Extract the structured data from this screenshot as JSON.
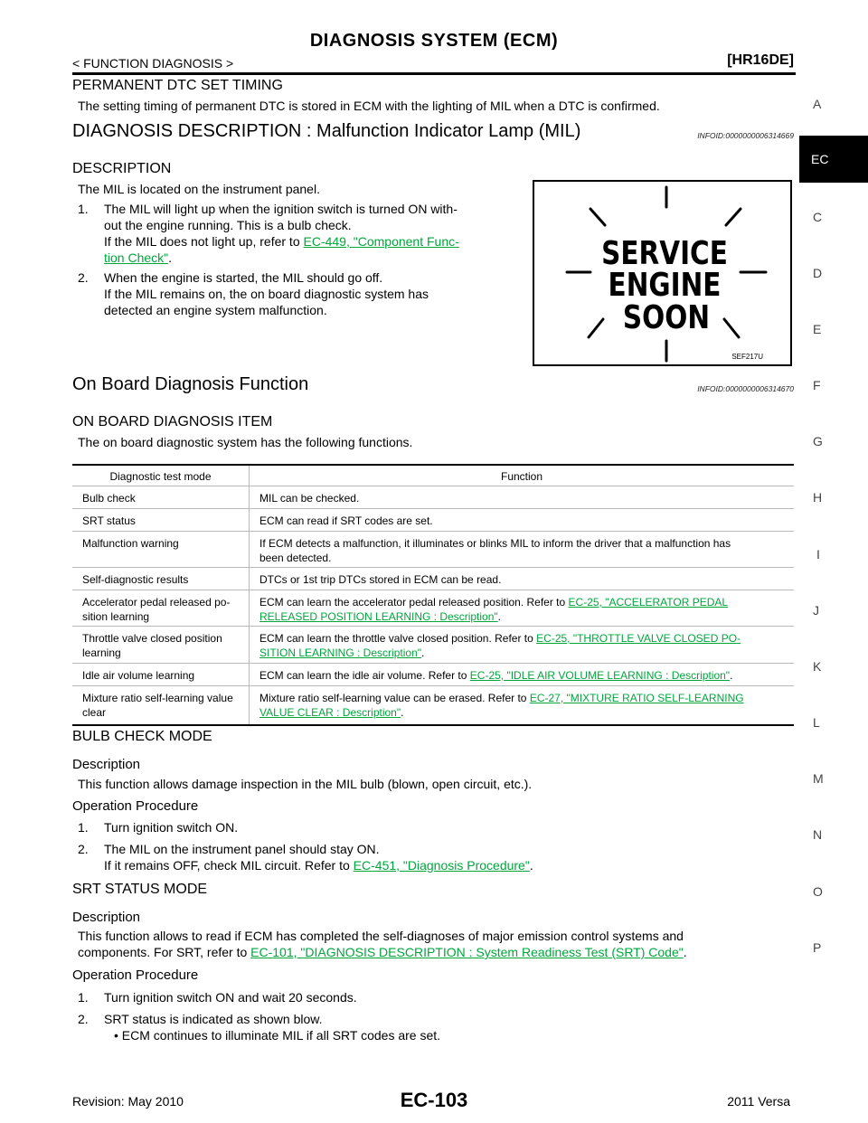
{
  "header": {
    "title": "DIAGNOSIS SYSTEM (ECM)",
    "section": "< FUNCTION DIAGNOSIS >",
    "engine": "[HR16DE]"
  },
  "side_tabs": {
    "active": "EC",
    "letters": [
      "A",
      "C",
      "D",
      "E",
      "F",
      "G",
      "H",
      "I",
      "J",
      "K",
      "L",
      "M",
      "N",
      "O",
      "P"
    ]
  },
  "permanent_dtc": {
    "heading": "PERMANENT DTC SET TIMING",
    "text": "The setting timing of permanent DTC is stored in ECM with the lighting of MIL when a DTC is confirmed."
  },
  "mil_section": {
    "heading": "DIAGNOSIS DESCRIPTION : Malfunction Indicator Lamp (MIL)",
    "infoid": "INFOID:0000000006314669",
    "sub_heading": "DESCRIPTION",
    "intro": "The MIL is located on the instrument panel.",
    "item1": {
      "num": "1.",
      "line1": "The MIL will light up when the ignition switch is turned ON with-",
      "line2": "out the engine running. This is a bulb check.",
      "line3_prefix": "If the MIL does not light up, refer to ",
      "link_part1": "EC-449, \"Component Func-",
      "link_part2": "tion Check\"",
      "suffix": "."
    },
    "item2": {
      "num": "2.",
      "line1": "When the engine is started, the MIL should go off.",
      "line2": "If the MIL remains on, the on board diagnostic system has",
      "line3": "detected an engine system malfunction."
    },
    "figure": {
      "lines": [
        "SERVICE",
        "ENGINE",
        "SOON"
      ],
      "code": "SEF217U"
    }
  },
  "obd_section": {
    "heading": "On Board Diagnosis Function",
    "infoid": "INFOID:0000000006314670",
    "sub_heading": "ON BOARD DIAGNOSIS ITEM",
    "intro": "The on board diagnostic system has the following functions."
  },
  "table": {
    "headers": [
      "Diagnostic test mode",
      "Function"
    ],
    "rows": [
      {
        "mode": [
          "Bulb check"
        ],
        "func_text": [
          "MIL can be checked."
        ],
        "link": [],
        "suffix": ""
      },
      {
        "mode": [
          "SRT status"
        ],
        "func_text": [
          "ECM can read if SRT codes are set."
        ],
        "link": [],
        "suffix": ""
      },
      {
        "mode": [
          "Malfunction warning"
        ],
        "func_text": [
          "If ECM detects a malfunction, it illuminates or blinks MIL to inform the driver that a malfunction has",
          "been detected."
        ],
        "link": [],
        "suffix": ""
      },
      {
        "mode": [
          "Self-diagnostic results"
        ],
        "func_text": [
          "DTCs or 1st trip DTCs stored in ECM can be read."
        ],
        "link": [],
        "suffix": ""
      },
      {
        "mode": [
          "Accelerator pedal released po-",
          "sition learning"
        ],
        "func_text": [
          "ECM can learn the accelerator pedal released position. Refer to "
        ],
        "link": [
          "EC-25, \"ACCELERATOR PEDAL",
          "RELEASED POSITION LEARNING : Description\""
        ],
        "suffix": "."
      },
      {
        "mode": [
          "Throttle valve closed position",
          "learning"
        ],
        "func_text": [
          "ECM can learn the throttle valve closed position. Refer to "
        ],
        "link": [
          "EC-25, \"THROTTLE VALVE CLOSED PO-",
          "SITION LEARNING : Description\""
        ],
        "suffix": "."
      },
      {
        "mode": [
          "Idle air volume learning"
        ],
        "func_text": [
          "ECM can learn the idle air volume. Refer to "
        ],
        "link": [
          "EC-25, \"IDLE AIR VOLUME LEARNING : Description\""
        ],
        "suffix": "."
      },
      {
        "mode": [
          "Mixture ratio self-learning value",
          "clear"
        ],
        "func_text": [
          "Mixture ratio self-learning value can be erased. Refer to "
        ],
        "link": [
          "EC-27, \"MIXTURE RATIO SELF-LEARNING",
          "VALUE CLEAR : Description\""
        ],
        "suffix": "."
      }
    ]
  },
  "bulb_check": {
    "heading": "BULB CHECK MODE",
    "desc_heading": "Description",
    "desc_text": "This function allows damage inspection in the MIL bulb (blown, open circuit, etc.).",
    "proc_heading": "Operation Procedure",
    "step1": {
      "num": "1.",
      "text": "Turn ignition switch ON."
    },
    "step2": {
      "num": "2.",
      "line1": "The MIL on the instrument panel should stay ON.",
      "line2_prefix": "If it remains OFF, check MIL circuit. Refer to ",
      "link": "EC-451, \"Diagnosis Procedure\"",
      "suffix": "."
    }
  },
  "srt_status": {
    "heading": "SRT STATUS MODE",
    "desc_heading": "Description",
    "desc_line1": "This function allows to read if ECM has completed the self-diagnoses of major emission control systems and",
    "desc_line2_prefix": "components. For SRT, refer to ",
    "desc_link": "EC-101, \"DIAGNOSIS DESCRIPTION : System Readiness Test (SRT) Code\"",
    "desc_suffix": ".",
    "proc_heading": "Operation Procedure",
    "step1": {
      "num": "1.",
      "text": "Turn ignition switch ON and wait 20 seconds."
    },
    "step2": {
      "num": "2.",
      "line1": "SRT status is indicated as shown blow.",
      "bullet": "• ECM continues to illuminate MIL if all SRT codes are set."
    }
  },
  "footer": {
    "revision": "Revision: May 2010",
    "page": "EC-103",
    "model": "2011 Versa"
  }
}
